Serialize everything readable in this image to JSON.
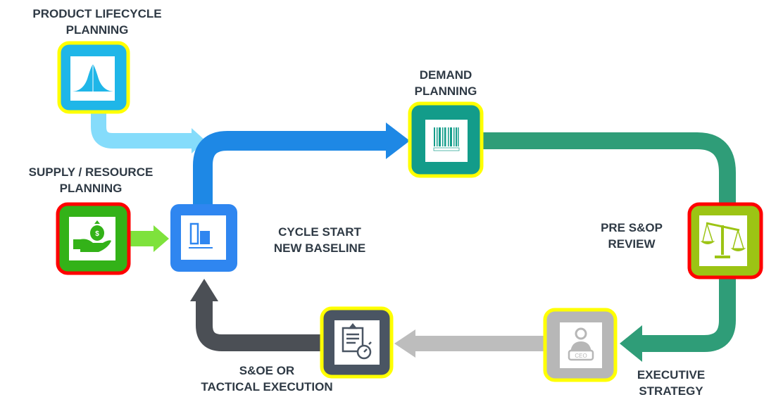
{
  "nodes": {
    "product_lifecycle": {
      "label_line1": "PRODUCT LIFECYCLE",
      "label_line2": "PLANNING",
      "icon": "bell-curve-icon",
      "color": "#1fb6e8",
      "border": "#ffff00"
    },
    "supply_resource": {
      "label_line1": "SUPPLY / RESOURCE",
      "label_line2": "PLANNING",
      "icon": "money-bag-hand-icon",
      "color": "#33b218",
      "border": "#ff0000"
    },
    "cycle_start": {
      "label_line1": "CYCLE START",
      "label_line2": "NEW BASELINE",
      "icon": "bar-chart-icon",
      "color": "#2f86f0"
    },
    "demand_planning": {
      "label_line1": "DEMAND",
      "label_line2": "PLANNING",
      "icon": "barcode-icon",
      "color": "#139c8a",
      "border": "#ffff00"
    },
    "pre_sop_review": {
      "label_line1": "PRE S&OP",
      "label_line2": "REVIEW",
      "icon": "scales-icon",
      "color": "#9cc414",
      "border": "#ff0000"
    },
    "executive_strategy": {
      "label_line1": "EXECUTIVE",
      "label_line2": "STRATEGY",
      "icon": "ceo-icon",
      "icon_text": "CEO",
      "color": "#b7b7b7",
      "border": "#ffff00"
    },
    "soe_tactical": {
      "label_line1": "S&OE OR",
      "label_line2": "TACTICAL EXECUTION",
      "icon": "clipboard-stopwatch-icon",
      "color": "#4a5563",
      "border": "#ffff00"
    }
  },
  "arrow_colors": {
    "lifecycle_to_cycle": "#85dcfb",
    "supply_to_cycle": "#7ee23c",
    "cycle_to_demand": "#1e88e5",
    "demand_to_executive": "#2f9d78",
    "executive_to_soe": "#bdbdbd",
    "soe_to_cycle": "#4b4f55"
  }
}
